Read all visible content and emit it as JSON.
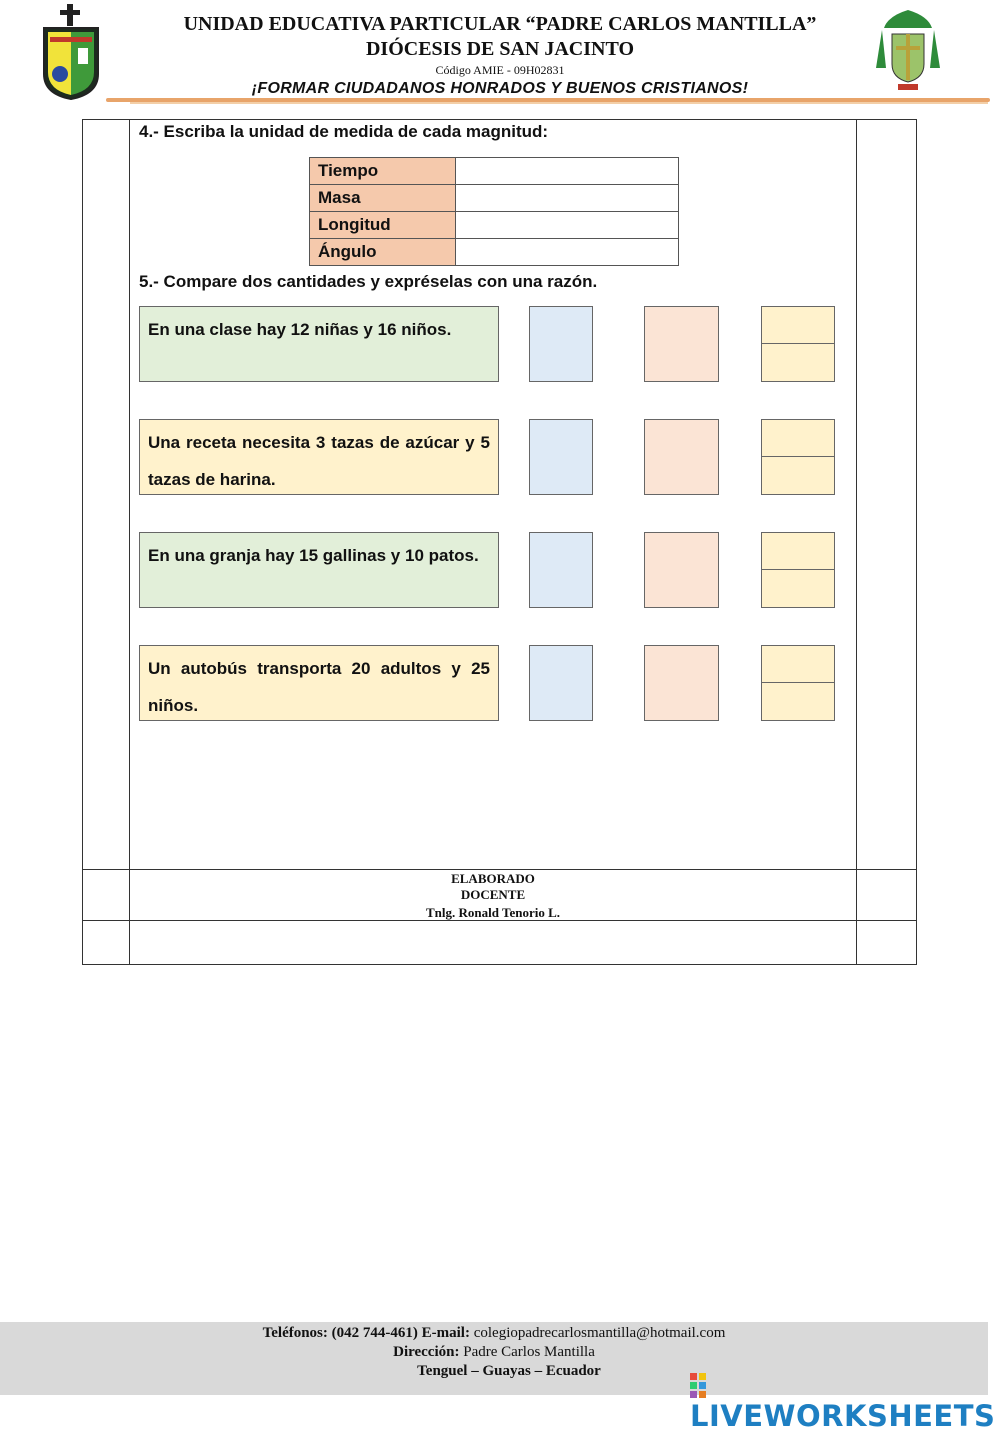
{
  "header": {
    "school": "UNIDAD EDUCATIVA PARTICULAR “PADRE CARLOS MANTILLA”",
    "diocese": "DIÓCESIS DE SAN JACINTO",
    "amie": "Código AMIE - 09H02831",
    "motto": "¡FORMAR CIUDADANOS HONRADOS Y BUENOS CRISTIANOS!",
    "left_logo": "school-crest",
    "right_logo": "diocese-coat-of-arms"
  },
  "q4": {
    "prompt": "4.- Escriba la unidad de medida de cada magnitud:",
    "rows": [
      {
        "label": "Tiempo",
        "value": ""
      },
      {
        "label": "Masa",
        "value": ""
      },
      {
        "label": "Longitud",
        "value": ""
      },
      {
        "label": "Ángulo",
        "value": ""
      }
    ]
  },
  "q5": {
    "prompt": "5.- Compare dos cantidades y expréselas con una razón.",
    "problems": [
      {
        "text": "En una clase hay 12 niñas y 16 niños.",
        "color": "#e2efd9"
      },
      {
        "text": "Una receta necesita 3 tazas de azúcar y 5 tazas de harina.",
        "color": "#fff2cc"
      },
      {
        "text": "En una granja hay 15 gallinas y 10 patos.",
        "color": "#e2efd9"
      },
      {
        "text": "Un autobús transporta 20 adultos y 25 niños.",
        "color": "#fff2cc"
      }
    ]
  },
  "signature": {
    "l1": "ELABORADO",
    "l2": "DOCENTE",
    "l3": "Tnlg. Ronald Tenorio L."
  },
  "footer": {
    "phones_label": "Teléfonos:",
    "phones": "(042 744-461)",
    "email_label": "E-mail:",
    "email": "colegiopadrecarlosmantilla@hotmail.com",
    "address_label": "Dirección:",
    "address": "Padre Carlos Mantilla",
    "city": "Tenguel – Guayas – Ecuador"
  },
  "watermark": "LIVEWORKSHEETS"
}
